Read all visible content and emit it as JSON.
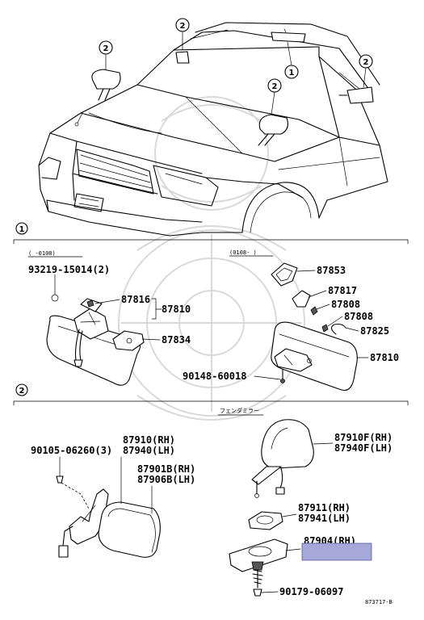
{
  "callouts": {
    "c1": "1",
    "c2": "2"
  },
  "section1": {
    "number": "1",
    "left_range": "( -0108)",
    "right_range": "(0108- )",
    "parts": {
      "p93219": "93219-15014(2)",
      "p87816": "87816",
      "p87810a": "87810",
      "p87834": "87834",
      "p87853": "87853",
      "p87817": "87817",
      "p87808a": "87808",
      "p87808b": "87808",
      "p87825": "87825",
      "p87810b": "87810",
      "p90148": "90148-60018"
    }
  },
  "section2": {
    "number": "2",
    "fender_note": "フェンダミラー",
    "parts": {
      "p90105": "90105-06260(3)",
      "p87910": "87910(RH)",
      "p87940": "87940(LH)",
      "p87901b": "87901B(RH)",
      "p87906b": "87906B(LH)",
      "p87910f": "87910F(RH)",
      "p87940f": "87940F(LH)",
      "p87911": "87911(RH)",
      "p87941": "87941(LH)",
      "p87904": "87904(RH)",
      "p90179": "90179-06097"
    }
  },
  "figure_id": "873717-B",
  "highlight_color": "#a7a7d9"
}
